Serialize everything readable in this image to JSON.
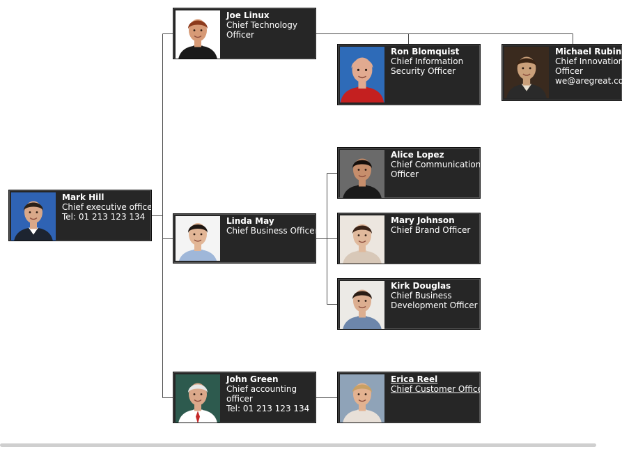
{
  "org_chart": {
    "nodes": [
      {
        "id": "mark-hill",
        "name": "Mark Hill",
        "title": [
          "Chief executive officer"
        ],
        "extra": [
          "Tel: 01 213 123 134"
        ],
        "photo": {
          "bg": "#2f63b4",
          "skin": "#d9a889",
          "hair": "#2b2118",
          "shirt": "#1d2430",
          "collar": "#ffffff"
        }
      },
      {
        "id": "joe-linux",
        "name": "Joe Linux",
        "title": [
          "Chief Technology",
          "Officer"
        ],
        "extra": [],
        "photo": {
          "bg": "#ffffff",
          "skin": "#d79a76",
          "hair": "#8c3a1c",
          "shirt": "#1a1a1a",
          "collar": "#1a1a1a"
        }
      },
      {
        "id": "ron-blomquist",
        "name": "Ron Blomquist",
        "title": [
          "Chief Information",
          "Security Officer"
        ],
        "extra": [],
        "photo": {
          "bg": "#2e6bb8",
          "skin": "#e1aa90",
          "hair": "#e1aa90",
          "shirt": "#c42020",
          "collar": "#c42020"
        }
      },
      {
        "id": "michael-rubin",
        "name": "Michael Rubin",
        "title": [
          "Chief Innovation",
          "Officer"
        ],
        "extra": [
          "we@aregreat.com"
        ],
        "photo": {
          "bg": "#3a2a1e",
          "skin": "#caa07a",
          "hair": "#3a2414",
          "shirt": "#2a2a2a",
          "collar": "#e8e0d0"
        }
      },
      {
        "id": "linda-may",
        "name": "Linda May",
        "title": [
          "Chief Business Officer"
        ],
        "extra": [],
        "photo": {
          "bg": "#f4f4f4",
          "skin": "#e2b696",
          "hair": "#1e1612",
          "shirt": "#9fb7d9",
          "collar": "#9fb7d9"
        }
      },
      {
        "id": "alice-lopez",
        "name": "Alice Lopez",
        "title": [
          "Chief Communications",
          "Officer"
        ],
        "extra": [],
        "photo": {
          "bg": "#6a6a6a",
          "skin": "#c68e6c",
          "hair": "#140e0b",
          "shirt": "#1a1a1a",
          "collar": "#1a1a1a"
        }
      },
      {
        "id": "mary-johnson",
        "name": "Mary Johnson",
        "title": [
          "Chief Brand Officer"
        ],
        "extra": [],
        "photo": {
          "bg": "#ece6df",
          "skin": "#e0b99c",
          "hair": "#3a2418",
          "shirt": "#d8c8b8",
          "collar": "#d8c8b8"
        }
      },
      {
        "id": "kirk-douglas",
        "name": "Kirk Douglas",
        "title": [
          "Chief Business",
          "Development Officer"
        ],
        "extra": [],
        "photo": {
          "bg": "#eceae6",
          "skin": "#dcae90",
          "hair": "#2a1c14",
          "shirt": "#6d86ab",
          "collar": "#6d86ab"
        }
      },
      {
        "id": "john-green",
        "name": "John Green",
        "title": [
          "Chief accounting",
          "officer"
        ],
        "extra": [
          "Tel: 01 213 123 134"
        ],
        "photo": {
          "bg": "#2d5a4e",
          "skin": "#dba88a",
          "hair": "#e6e6e6",
          "shirt": "#ffffff",
          "collar": "#ffffff",
          "tie": "#c42828"
        }
      },
      {
        "id": "erica-reel",
        "name": "Erica Reel",
        "title": [
          "Chief Customer Officer"
        ],
        "extra": [],
        "linked": true,
        "photo": {
          "bg": "#8fa3b8",
          "skin": "#e3b290",
          "hair": "#c9a064",
          "shirt": "#e8e0d8",
          "collar": "#e8e0d8"
        }
      }
    ]
  }
}
